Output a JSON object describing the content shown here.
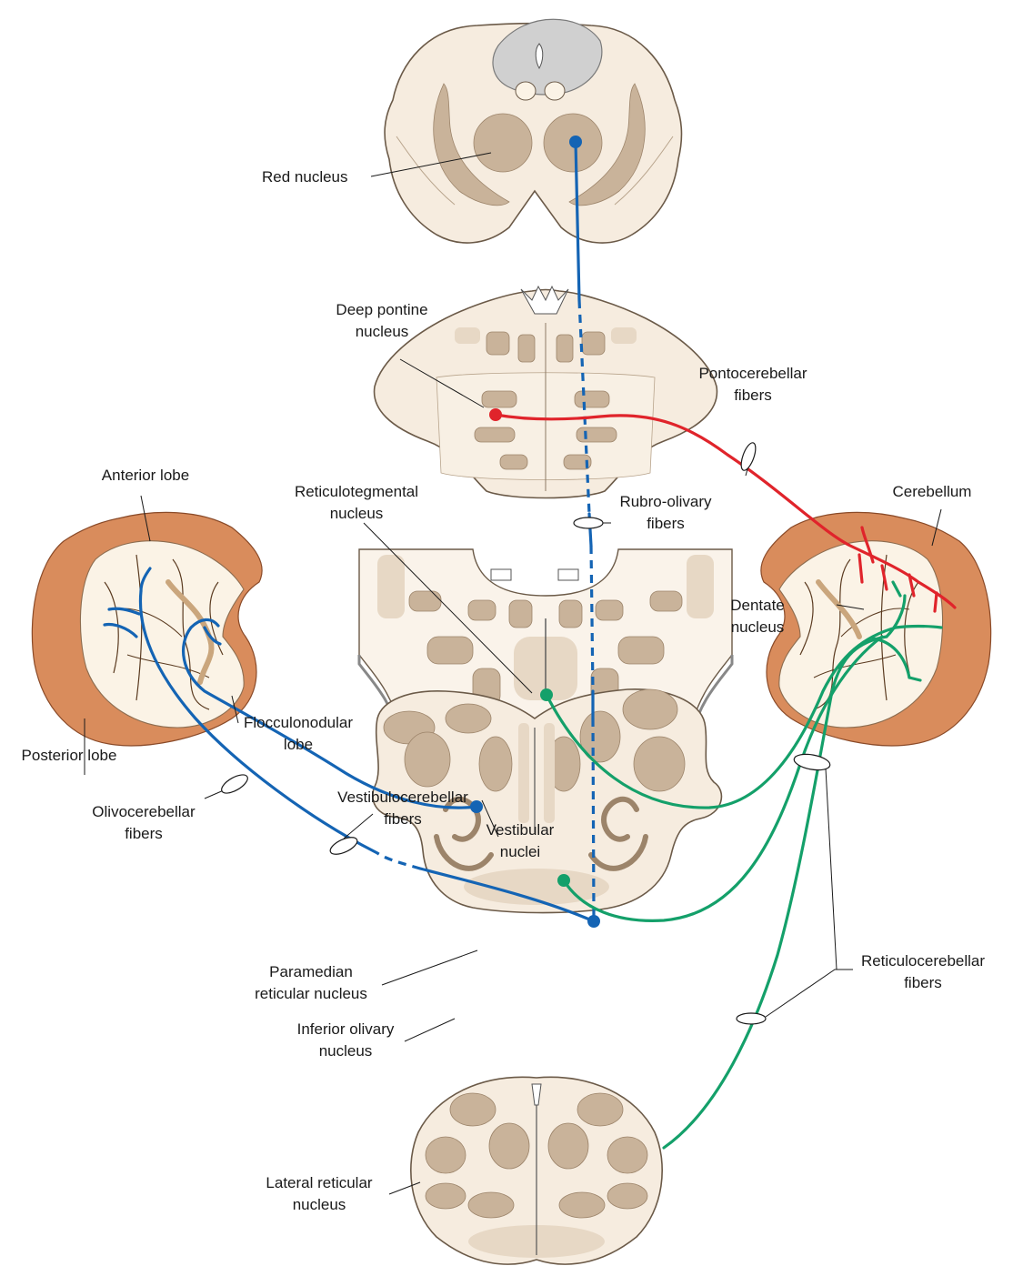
{
  "labels": {
    "red_nucleus": "Red nucleus",
    "deep_pontine_1": "Deep pontine",
    "deep_pontine_2": "nucleus",
    "pontocerebellar_1": "Pontocerebellar",
    "pontocerebellar_2": "fibers",
    "anterior_lobe": "Anterior lobe",
    "reticulotegmental_1": "Reticulotegmental",
    "reticulotegmental_2": "nucleus",
    "rubro_olivary_1": "Rubro-olivary",
    "rubro_olivary_2": "fibers",
    "cerebellum": "Cerebellum",
    "dentate_1": "Dentate",
    "dentate_2": "nucleus",
    "flocculonodular_1": "Flocculonodular",
    "flocculonodular_2": "lobe",
    "posterior_lobe": "Posterior lobe",
    "olivocerebellar_1": "Olivocerebellar",
    "olivocerebellar_2": "fibers",
    "vestibulocerebellar_1": "Vestibulocerebellar",
    "vestibulocerebellar_2": "fibers",
    "vestibular_1": "Vestibular",
    "vestibular_2": "nuclei",
    "paramedian_1": "Paramedian",
    "paramedian_2": "reticular nucleus",
    "reticulocerebellar_1": "Reticulocerebellar",
    "reticulocerebellar_2": "fibers",
    "inferior_olivary_1": "Inferior olivary",
    "inferior_olivary_2": "nucleus",
    "lateral_reticular_1": "Lateral reticular",
    "lateral_reticular_2": "nucleus"
  },
  "colors": {
    "rubro_olivary_olivocerebellar_vestibulocerebellar": "#1464b4",
    "pontocerebellar": "#e0242b",
    "reticulocerebellar": "#14a06a",
    "tissue": "#f6ecdf",
    "gray_matter": "#c9b39a",
    "cerebellar_cortex": "#d98c5c"
  }
}
